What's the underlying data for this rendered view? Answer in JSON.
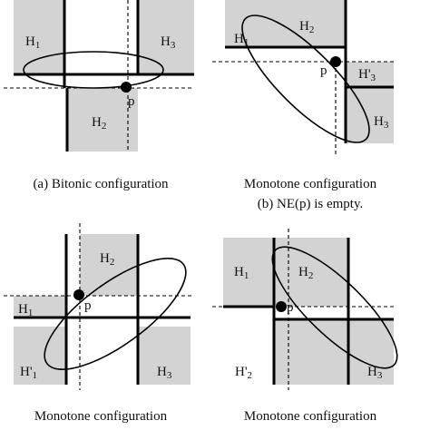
{
  "panels": {
    "a": {
      "regions": [
        "H1",
        "H3",
        "H2"
      ],
      "point": "p",
      "caption": "(a) Bitonic configuration"
    },
    "b": {
      "regions": [
        "H1",
        "H2",
        "H'3",
        "H3"
      ],
      "point": "p",
      "caption_line1": "Monotone configuration",
      "caption_line2": "(b) NE(p) is empty."
    },
    "c": {
      "regions": [
        "H2",
        "H1",
        "H'1",
        "H3"
      ],
      "point": "p",
      "caption_line1": "Monotone configuration"
    },
    "d": {
      "regions": [
        "H1",
        "H2",
        "H'2",
        "H3"
      ],
      "point": "p",
      "caption_line1": "Monotone configuration"
    }
  }
}
